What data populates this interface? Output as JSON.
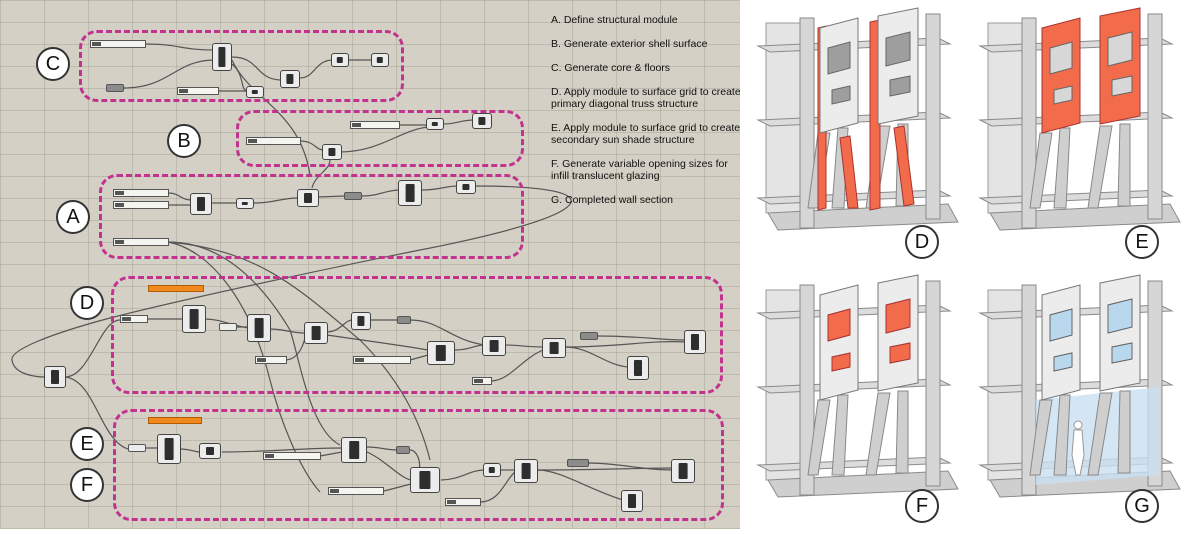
{
  "groups": [
    {
      "id": "C",
      "label": "C"
    },
    {
      "id": "B",
      "label": "B"
    },
    {
      "id": "A",
      "label": "A"
    },
    {
      "id": "D",
      "label": "D"
    },
    {
      "id": "E",
      "label": "E"
    },
    {
      "id": "F",
      "label": "F"
    }
  ],
  "legend": [
    "A. Define structural module",
    "B. Generate exterior shell surface",
    "C. Generate core & floors",
    "D. Apply module to surface grid to create primary diagonal truss structure",
    "E. Apply module to surface grid to create secondary sun shade structure",
    "F. Generate variable opening sizes for infill translucent glazing",
    "G. Completed wall section"
  ],
  "renders": [
    {
      "id": "D",
      "label": "D"
    },
    {
      "id": "E",
      "label": "E"
    },
    {
      "id": "F",
      "label": "F"
    },
    {
      "id": "G",
      "label": "G"
    }
  ],
  "colors": {
    "canvas_bg": "#d4d0c5",
    "group_border": "#c2338f",
    "highlight": "#f26b4a",
    "glass": "#b9d8ee",
    "concrete": "#d9d9d9",
    "slider_bar": "#f08a1e"
  }
}
